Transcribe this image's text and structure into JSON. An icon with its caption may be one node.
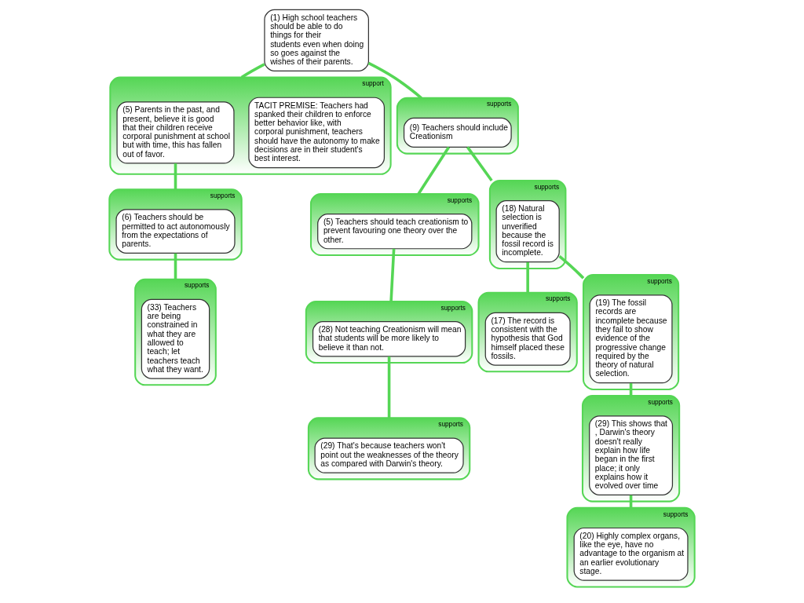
{
  "diagram": {
    "nodes": [
      {
        "text": [
          "(1) High school teachers should be able to do things for their students even when doing so goes against the wishes of their parents."
        ]
      },
      {
        "text": [
          "support"
        ]
      },
      {
        "text": [
          "(5) Parents in the past, and present, believe it is good that their children receive corporal punishment at school but with time, this has fallen out of favor."
        ],
        "in": 1
      },
      {
        "text": [
          "TACIT PREMISE: Teachers had spanked their children to enforce better behavior like, with corporal punishment, teachers should have the autonomy to make decisions are in their student's best interest."
        ],
        "in": 1
      },
      {
        "text": [
          "supports"
        ]
      },
      {
        "text": [
          "(6) Teachers should be permitted to act autonomously from the expectations of parents."
        ],
        "in": 4
      },
      {
        "text": [
          "supports"
        ]
      },
      {
        "text": [
          "(33) Teachers are being constrained in what they are allowed to teach; let teachers teach what they want."
        ],
        "in": 6
      },
      {
        "text": [
          "supports"
        ]
      },
      {
        "text": [
          "(9) Teachers should include Creationism"
        ],
        "in": 8
      },
      {
        "text": [
          "supports"
        ]
      },
      {
        "text": [
          "(5) Teachers should teach creationism to prevent favouring one theory over the other."
        ],
        "in": 10
      },
      {
        "text": [
          "supports"
        ]
      },
      {
        "text": [
          "(28) Not teaching Creationism will mean that students will be more likely to believe it than not."
        ],
        "in": 12
      },
      {
        "text": [
          "supports"
        ]
      },
      {
        "text": [
          "(29) That's because teachers won't point out the weaknesses of the theory as compared with Darwin's theory."
        ],
        "in": 14
      },
      {
        "text": [
          "supports"
        ]
      },
      {
        "text": [
          "(18) Natural selection is unverified because the fossil record is incomplete."
        ],
        "in": 16
      },
      {
        "text": [
          "supports"
        ]
      },
      {
        "text": [
          "(17) The record is consistent with the hypothesis that God himself placed these fossils."
        ],
        "in": 18
      },
      {
        "text": [
          "supports"
        ]
      },
      {
        "text": [
          "(19) The fossil records are incomplete because they fail to show evidence of the progressive change required by the theory of natural selection."
        ],
        "in": 20
      },
      {
        "text": [
          "supports"
        ]
      },
      {
        "text": [
          "(29) This shows that , Darwin's theory doesn't really explain how life began in the first place; it only explains how it evolved over time"
        ],
        "in": 22
      },
      {
        "text": [
          "supports"
        ]
      },
      {
        "text": [
          "(20) Highly complex organs, like the eye, have no advantage to the organism at an earlier evolutionary stage."
        ],
        "in": 24
      }
    ],
    "edges": [
      {
        "from": 0,
        "to": 1,
        "arrow": "none"
      },
      {
        "from": 0,
        "to": 8,
        "arrow": "none"
      },
      {
        "from": 2,
        "to": 4,
        "arrow": "none"
      },
      {
        "from": 5,
        "to": 6,
        "arrow": "none"
      },
      {
        "from": 9,
        "to": 10,
        "arrow": "none"
      },
      {
        "from": 9,
        "to": 16,
        "arrow": "none"
      },
      {
        "from": 11,
        "to": 12,
        "arrow": "none"
      },
      {
        "from": 13,
        "to": 14,
        "arrow": "none"
      },
      {
        "from": 17,
        "to": 18,
        "arrow": "none"
      },
      {
        "from": 17,
        "to": 20,
        "arrow": "none"
      },
      {
        "from": 21,
        "to": 22,
        "arrow": "none"
      },
      {
        "from": 23,
        "to": 24,
        "arrow": "none"
      }
    ]
  }
}
